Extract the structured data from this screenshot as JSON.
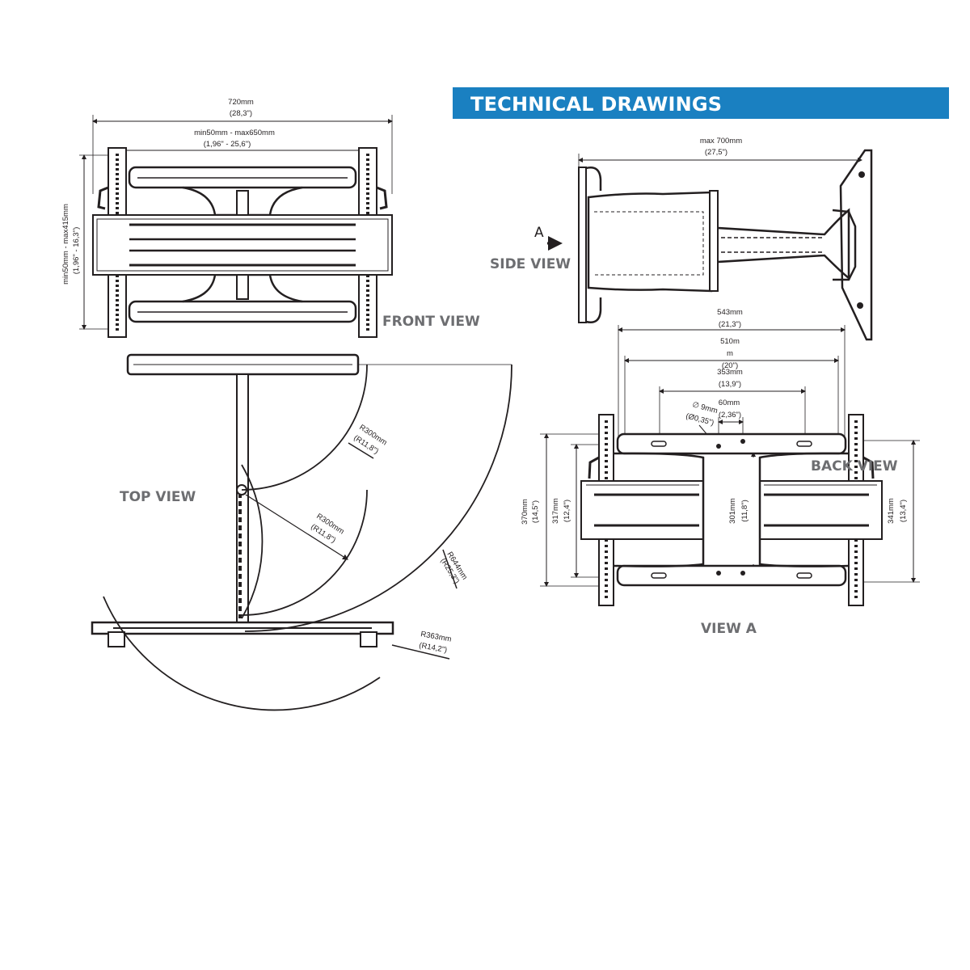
{
  "header": {
    "title": "TECHNICAL DRAWINGS",
    "accent": "#1a80c1"
  },
  "views": {
    "front": "FRONT VIEW",
    "side": "SIDE VIEW",
    "top": "TOP VIEW",
    "back": "BACK VIEW",
    "view_a": "VIEW A",
    "arrow_marker": "A"
  },
  "front_dims": {
    "width_mm": "720mm",
    "width_in": "(28,3\")",
    "range_mm": "min50mm - max650mm",
    "range_in": "(1,96\" - 25,6\")",
    "height_mm": "min50mm  -  max415mm",
    "height_in": "(1,96\"  -  16,3\")"
  },
  "side_dims": {
    "depth_mm": "max 700mm",
    "depth_in": "(27,5\")"
  },
  "top_dims": {
    "r1_mm": "R300mm",
    "r1_in": "(R11,8\")",
    "r2_mm": "R300mm",
    "r2_in": "(R11,8\")",
    "r3_mm": "R644mm",
    "r3_in": "(R25,3\")",
    "r4_mm": "R363mm",
    "r4_in": "(R14,2\")"
  },
  "back_dims": {
    "w543_mm": "543mm",
    "w543_in": "(21,3\")",
    "w510_mm": "510m",
    "w510_mm2": "m",
    "w510_in": "(20\")",
    "w353_mm": "353mm",
    "w353_in": "(13,9\")",
    "w60_mm": "60mm",
    "w60_in": "(2,36\")",
    "hole_mm": "∅ 9mm",
    "hole_in": "(Ø0,35\")",
    "h370_mm": "370mm",
    "h370_in": "(14,5\")",
    "h317_mm": "317mm",
    "h317_in": "(12,4\")",
    "h301_mm": "301mm",
    "h301_in": "(11,8\")",
    "h341_mm": "341mm",
    "h341_in": "(13,4\")"
  }
}
